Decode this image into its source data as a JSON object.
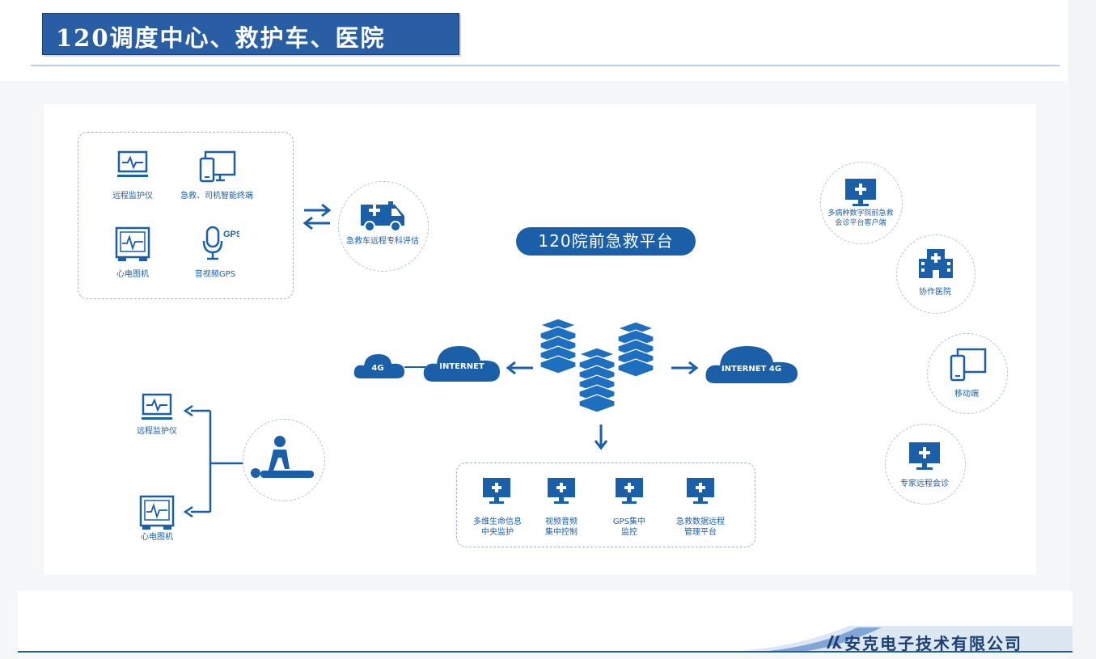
{
  "title": "120调度中心、救护车、医院",
  "platform": "120院前急救平台",
  "top_devices": {
    "monitor": "远程监护仪",
    "terminal": "急救、司机智能终端",
    "ecg": "心电图机",
    "av_gps": "音视频GPS",
    "gps_badge": "GPS"
  },
  "ambulance": {
    "label": "急救车远程专科评估"
  },
  "clouds": {
    "c4g": "4G",
    "internet": "INTERNET",
    "internet4g": "INTERNET 4G"
  },
  "bottom_left": {
    "monitor": "远程监护仪",
    "ecg": "心电图机"
  },
  "bottom_box": {
    "items": [
      {
        "line1": "多维生命信息",
        "line2": "中央监护"
      },
      {
        "line1": "视频音频",
        "line2": "集中控制"
      },
      {
        "line1": "GPS集中",
        "line2": "监控"
      },
      {
        "line1": "急救数据远程",
        "line2": "管理平台"
      }
    ]
  },
  "right_circles": {
    "client_line1": "多病种数字院前急救",
    "client_line2": "会诊平台客户端",
    "hospital": "协作医院",
    "mobile": "移动端",
    "expert": "专家远程会诊"
  },
  "footer": {
    "company": "安克电子技术有限公司"
  },
  "colors": {
    "primary": "#1a5fa8",
    "title_bg": "#2a5ea4",
    "server": "#1e6fc0"
  }
}
